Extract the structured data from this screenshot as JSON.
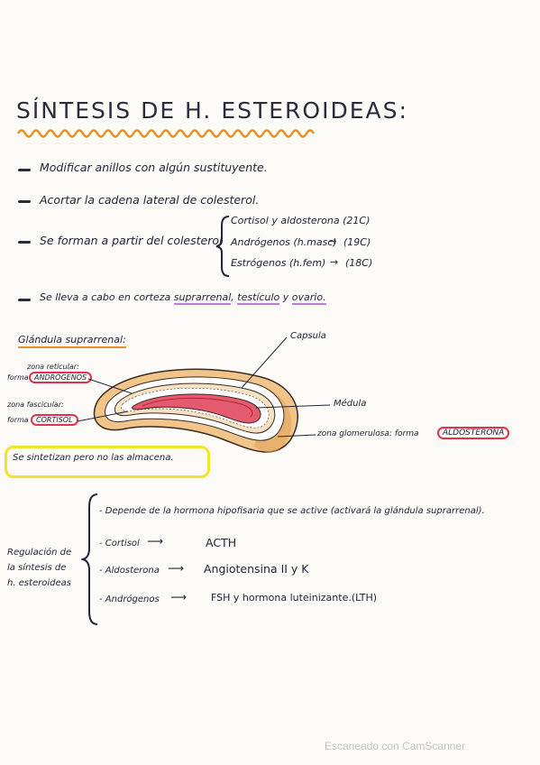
{
  "title": "SÍNTESIS DE H. ESTEROIDEAS:",
  "bullets": [
    "Modificar anillos con algún sustituyente.",
    "Acortar la cadena lateral de colesterol."
  ],
  "formation": {
    "text": "Se forman a partir del colesterol",
    "items": [
      "Cortisol y aldosterona (21C)",
      "Andrógenos (h.masc)",
      "(19C)",
      "Estrógenos (h.fem)",
      "(18C)"
    ]
  },
  "location": {
    "prefix": "Se lleva a cabo en corteza",
    "w1": "suprarrenal",
    "sep": ",",
    "w2": "testículo",
    "conj": "y",
    "w3": "ovario."
  },
  "gland": {
    "heading": "Glándula suprarrenal:",
    "zona_reticular": "zona reticular:",
    "forma1": "forma",
    "androgenos": "ANDRÓGENOS",
    "zona_fascicular": "zona fascicular:",
    "forma2": "forma",
    "cortisol": "CORTISOL",
    "capsula": "Capsula",
    "medula": "Médula",
    "zona_glomerulosa": "zona glomerulosa: forma",
    "aldosterona": "ALDOSTERONA",
    "note": "Se sintetizan pero no las almacena."
  },
  "regulation": {
    "label_lines": [
      "Regulación de",
      "la síntesis de",
      "h. esteroideas"
    ],
    "items": [
      {
        "left": "Depende de la hormona hipofisaria que se active (activará la glándula suprarrenal).",
        "right": ""
      },
      {
        "left": "Cortisol",
        "right": "ACTH"
      },
      {
        "left": "Aldosterona",
        "right": "Angiotensina II y K"
      },
      {
        "left": "Andrógenos",
        "right": "FSH y hormona luteinizante.(LTH)"
      }
    ]
  },
  "footer": {
    "scanner": "Escaneado con CamScanner"
  },
  "colors": {
    "ink": "#24243a",
    "orange": "#e89020",
    "red": "#e0324f",
    "yellow": "#f3e32a",
    "purple": "#b77fd7"
  }
}
